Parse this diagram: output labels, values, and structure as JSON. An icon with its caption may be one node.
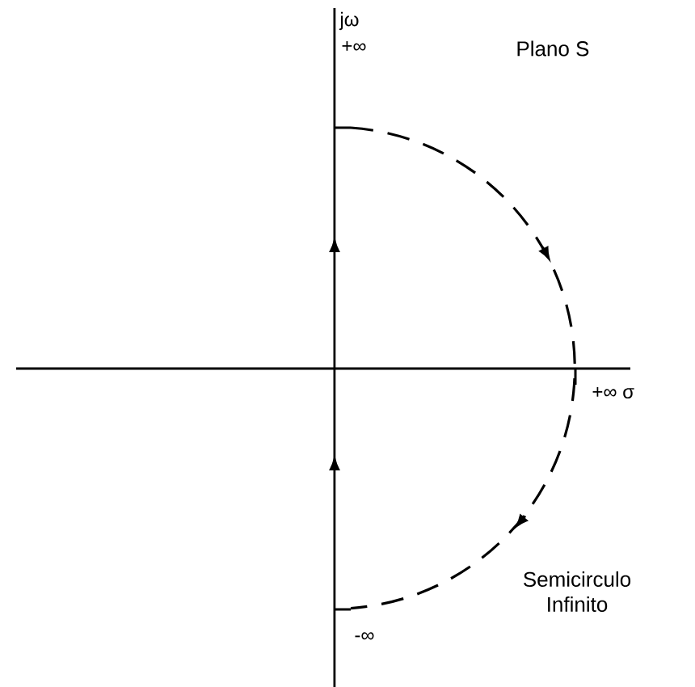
{
  "diagram": {
    "labels": [
      "jω",
      "+∞",
      "Plano S",
      "+∞ σ",
      "-∞",
      "Semicirculo Infinito"
    ]
  }
}
